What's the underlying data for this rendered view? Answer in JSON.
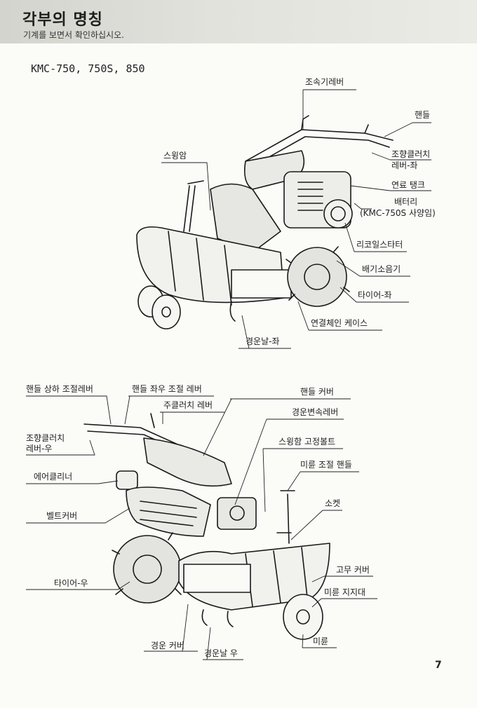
{
  "header": {
    "title": "각부의 명칭",
    "subtitle": "기계를 보면서 확인하십시오."
  },
  "model_heading": "KMC-750,  750S,  850",
  "diagram_top": {
    "labels": {
      "speed_lever": "조속기레버",
      "handle": "핸들",
      "steering_clutch_left_1": "조향클러치",
      "steering_clutch_left_2": "레버-좌",
      "fuel_tank": "연료 탱크",
      "battery": "배터리",
      "battery_note": "(KMC-750S 사양임)",
      "swing_arm": "스윙암",
      "recoil_starter": "리코일스타터",
      "muffler": "배기소음기",
      "tire_left": "타이어-좌",
      "chain_case": "연결체인 케이스",
      "tiller_blade_left": "경운날-좌"
    }
  },
  "diagram_bottom": {
    "labels": {
      "handle_height_lever": "핸들 상하 조절레버",
      "handle_lr_lever": "핸들 좌우 조절 레버",
      "handle_cover": "핸들 커버",
      "main_clutch_lever": "주클러치 레버",
      "tiller_shift_lever": "경운변속레버",
      "steering_clutch_right_1": "조향클러치",
      "steering_clutch_right_2": "레버-우",
      "swing_arm_bolt": "스윙함 고정볼트",
      "tail_wheel_handle": "미륜 조절 핸들",
      "air_cleaner": "에어클리너",
      "socket": "소켓",
      "belt_cover": "벨트커버",
      "rubber_cover": "고무 커버",
      "tail_wheel_support": "미륜 지지대",
      "tire_right": "타이어-우",
      "tail_wheel": "미륜",
      "tiller_cover": "경운 커버",
      "tiller_blade_right": "경운날 우"
    }
  },
  "page_number": "7"
}
